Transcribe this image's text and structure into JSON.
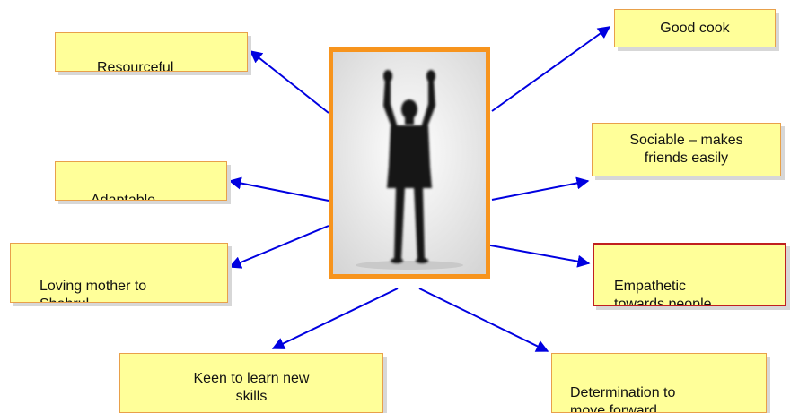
{
  "diagram": {
    "traits": [
      {
        "id": "resourceful",
        "label": "Resourceful"
      },
      {
        "id": "good-cook",
        "label": "Good cook"
      },
      {
        "id": "adaptable",
        "label": "Adaptable"
      },
      {
        "id": "sociable",
        "label": "Sociable – makes\nfriends easily"
      },
      {
        "id": "loving-mother",
        "label": "Loving mother to\nShahrul."
      },
      {
        "id": "empathetic",
        "label": "Empathetic\ntowards people"
      },
      {
        "id": "keen-to-learn",
        "label": "Keen to learn new\nskills"
      },
      {
        "id": "determination",
        "label": "Determination to\nmove forward"
      }
    ],
    "colors": {
      "box_fill": "#ffff99",
      "box_border": "#e8a04a",
      "highlight_border": "#c02020",
      "arrow": "#0000e0",
      "photo_border": "#f7941d"
    },
    "center_image": "silhouette-figure-arms-raised"
  }
}
